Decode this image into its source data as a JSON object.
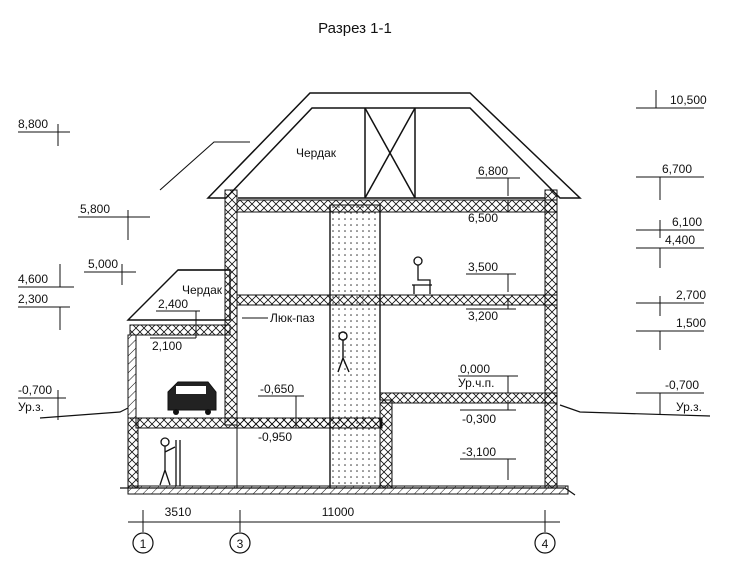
{
  "title": "Разрез 1-1",
  "rooms": {
    "attic_main": "Чердак",
    "attic_garage": "Чердак",
    "hatch": "Люк-паз"
  },
  "levels_left": [
    "8,800",
    "5,800",
    "5,000",
    "4,600",
    "2,300",
    "-0,700",
    "Ур.з."
  ],
  "levels_right": [
    "10,500",
    "6,700",
    "6,100",
    "4,400",
    "2,700",
    "1,500",
    "-0,700",
    "Ур.з."
  ],
  "levels_inner": [
    "6,800",
    "6,500",
    "3,500",
    "3,200",
    "2,400",
    "2,100",
    "0,000",
    "Ур.ч.п.",
    "-0,650",
    "-0,950",
    "-0,300",
    "-3,100"
  ],
  "dimensions": [
    "3510",
    "11000"
  ],
  "axes": [
    "1",
    "3",
    "4"
  ]
}
